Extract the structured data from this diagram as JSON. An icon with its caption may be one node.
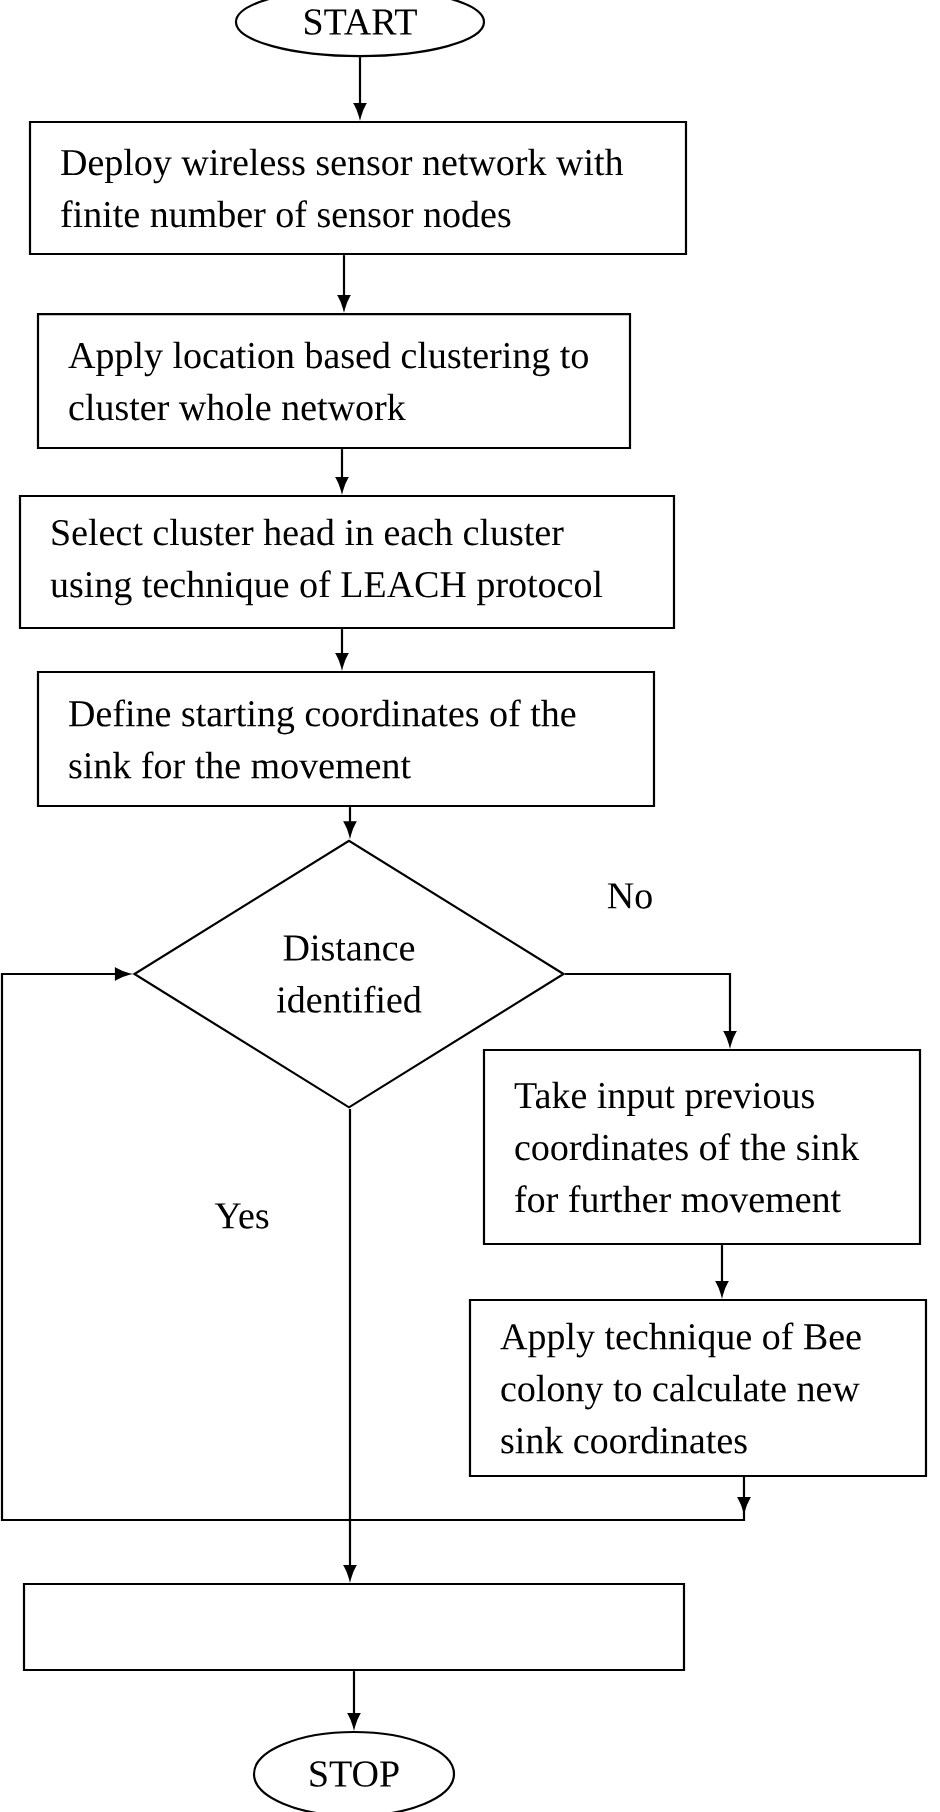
{
  "diagram": {
    "nodes": [
      {
        "text": [
          "START"
        ]
      },
      {
        "text": [
          "Deploy wireless sensor network with finite number of sensor nodes"
        ]
      },
      {
        "text": [
          "Apply location based clustering to cluster whole network"
        ]
      },
      {
        "text": [
          "Select cluster head in each cluster using technique of LEACH protocol"
        ]
      },
      {
        "text": [
          "Define starting coordinates of the sink for the movement"
        ]
      },
      {
        "text": [
          "Distance identified"
        ]
      },
      {
        "text": [
          "Take input previous coordinates of the sink for further movement"
        ]
      },
      {
        "text": [
          "Apply technique of Bee colony to calculate new sink coordinates"
        ]
      },
      {
        "text": [],
        "shape": "box"
      },
      {
        "text": [
          "STOP"
        ]
      }
    ],
    "edges": [
      {
        "from": 0,
        "to": 1,
        "arrow": "to"
      },
      {
        "from": 1,
        "to": 2,
        "arrow": "to"
      },
      {
        "from": 2,
        "to": 3,
        "arrow": "to"
      },
      {
        "from": 3,
        "to": 4,
        "arrow": "to"
      },
      {
        "from": 4,
        "to": 5,
        "arrow": "to"
      },
      {
        "from": 5,
        "to": 6,
        "arrow": "to",
        "label": "No"
      },
      {
        "from": 6,
        "to": 7,
        "arrow": "to"
      },
      {
        "from": 7,
        "to": 5,
        "arrow": "to"
      },
      {
        "from": 5,
        "to": 8,
        "arrow": "to",
        "label": "Yes"
      },
      {
        "from": 8,
        "to": 9,
        "arrow": "to"
      }
    ]
  }
}
